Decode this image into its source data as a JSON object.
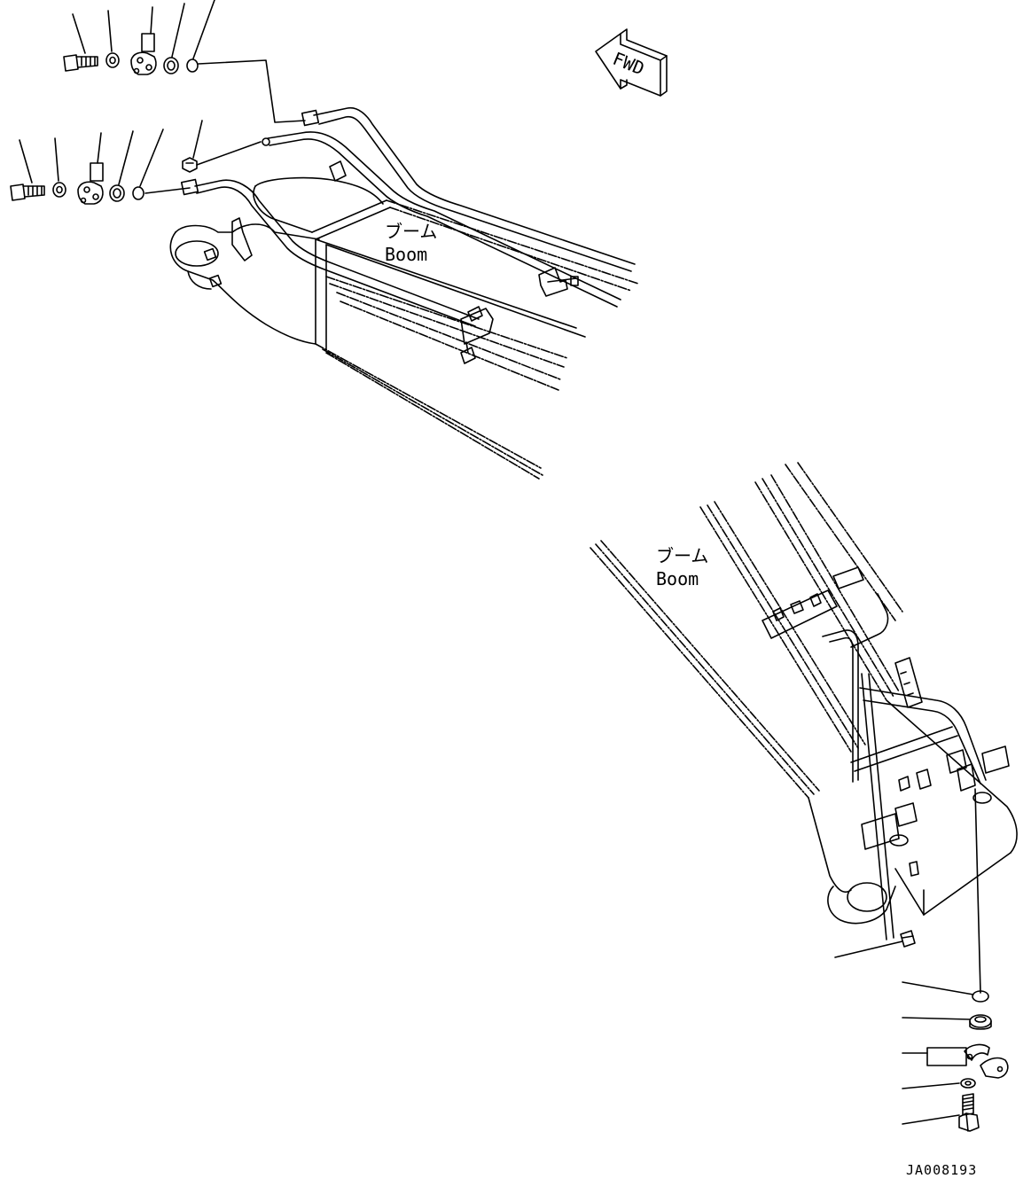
{
  "labels": {
    "boom_upper_jp": "ブーム",
    "boom_upper_en": "Boom",
    "boom_lower_jp": "ブーム",
    "boom_lower_en": "Boom",
    "fwd": "FWD",
    "drawing_code": "JA008193"
  },
  "colors": {
    "ink": "#000000",
    "paper": "#ffffff"
  }
}
